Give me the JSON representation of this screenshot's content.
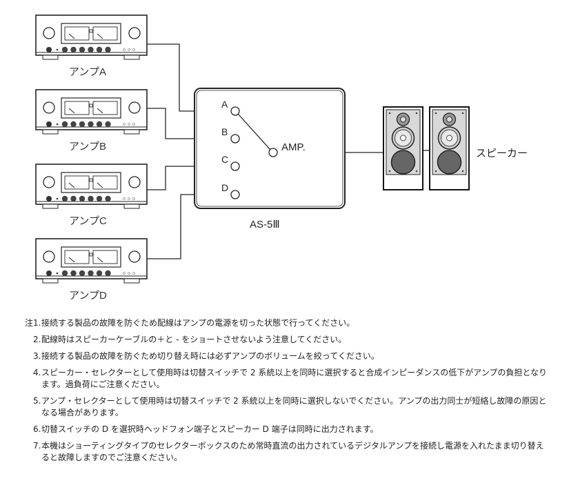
{
  "amps": [
    {
      "id": "A",
      "label": "アンプA"
    },
    {
      "id": "B",
      "label": "アンプB"
    },
    {
      "id": "C",
      "label": "アンプC"
    },
    {
      "id": "D",
      "label": "アンプD"
    }
  ],
  "selector": {
    "model": "AS-5Ⅲ",
    "inputs": [
      "A",
      "B",
      "C",
      "D"
    ],
    "output_label": "AMP.",
    "selected": "A"
  },
  "speaker_label": "スピーカー",
  "notes": {
    "prefix": "注",
    "items": [
      {
        "num": "1.",
        "text": "接続する製品の故障を防ぐため配線はアンプの電源を切った状態で行ってください。"
      },
      {
        "num": "2.",
        "text": "配線時はスピーカーケーブルの＋と - をショートさせないよう注意してください。"
      },
      {
        "num": "3.",
        "text": "接続する製品の故障を防ぐため切り替え時には必ずアンプのボリュームを絞ってください。"
      },
      {
        "num": "4.",
        "text": "スピーカー・セレクターとして使用時は切替スイッチで 2 系統以上を同時に選択すると合成インピーダンスの低下がアンプの負担となります。過負荷にご注意ください。"
      },
      {
        "num": "5.",
        "text": "アンプ・セレクターとして使用時は切替スイッチで 2 系統以上を同時に選択しないでください。アンプの出力同士が短絡し故障の原因となる場合があります。"
      },
      {
        "num": "6.",
        "text": "切替スイッチの D を選択時ヘッドフォン端子とスピーカー D 端子は同時に出力されます。"
      },
      {
        "num": "7.",
        "text": "本機はショーティングタイプのセレクターボックスのため常時直流の出力されているデジタルアンプを接続し電源を入れたまま切り替えると故障しますのでご注意ください。"
      }
    ]
  }
}
